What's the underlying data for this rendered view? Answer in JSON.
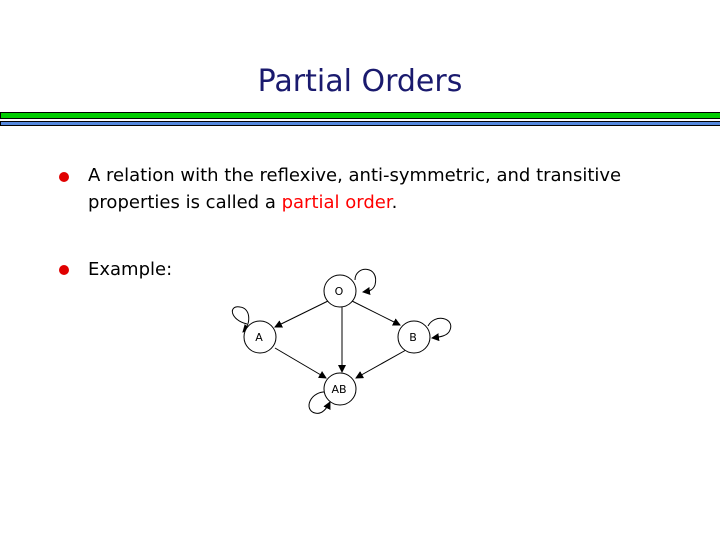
{
  "title": "Partial Orders",
  "bullets": [
    {
      "text_before": "A relation with the reflexive, anti-symmetric, and transitive properties is called a ",
      "highlight": "partial order",
      "text_after": "."
    },
    {
      "text": "Example:"
    }
  ],
  "diagram": {
    "nodes": [
      "O",
      "A",
      "B",
      "AB"
    ]
  },
  "colors": {
    "title": "#1a1a6e",
    "bullet": "#e00000",
    "highlight": "#ff0000",
    "bar_green": "#00cc00",
    "bar_blue": "#5588dd"
  }
}
